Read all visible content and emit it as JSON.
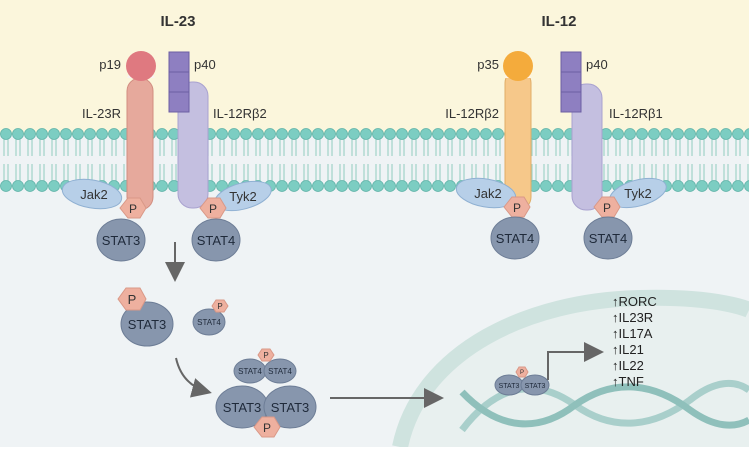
{
  "ligands": {
    "left": "IL-23",
    "right": "IL-12"
  },
  "subunits": {
    "p19": "p19",
    "p40_left": "p40",
    "p35": "p35",
    "p40_right": "p40"
  },
  "receptors": {
    "il23r": "IL-23R",
    "il12rb2_left": "IL-12Rβ2",
    "il12rb2_right": "IL-12Rβ2",
    "il12rb1": "IL-12Rβ1"
  },
  "kinases": {
    "jak2_left": "Jak2",
    "tyk2_left": "Tyk2",
    "jak2_right": "Jak2",
    "tyk2_right": "Tyk2"
  },
  "phospho": "P",
  "stats": {
    "stat3_dock": "STAT3",
    "stat4_dock_left": "STAT4",
    "stat4_dock_right_a": "STAT4",
    "stat4_dock_right_b": "STAT4",
    "stat3_free": "STAT3",
    "stat4_free": "STAT4",
    "dimer4_a": "STAT4",
    "dimer4_b": "STAT4",
    "dimer3_a": "STAT3",
    "dimer3_b": "STAT3",
    "dna_a": "STAT3",
    "dna_b": "STAT3"
  },
  "target_genes": [
    "↑RORC",
    "↑IL23R",
    "↑IL17A",
    "↑IL21",
    "↑IL22",
    "↑TNF"
  ],
  "colors": {
    "extracellular": "#fbf6dc",
    "intracellular": "#eff3f5",
    "lipid_head": "#7ccdc2",
    "il23r": "#e6a99c",
    "il12rb2_right": "#f6c88a",
    "il12rb_purple": "#c4bfe0",
    "p40": "#8e7fc1",
    "p19": "#df7980",
    "p35": "#f4ab3c",
    "stat": "#8796ad",
    "phospho": "#eeb09f",
    "kinase": "#b7cfe8",
    "nucleus": "#cfe3df",
    "dna": "#a9cfcb"
  }
}
